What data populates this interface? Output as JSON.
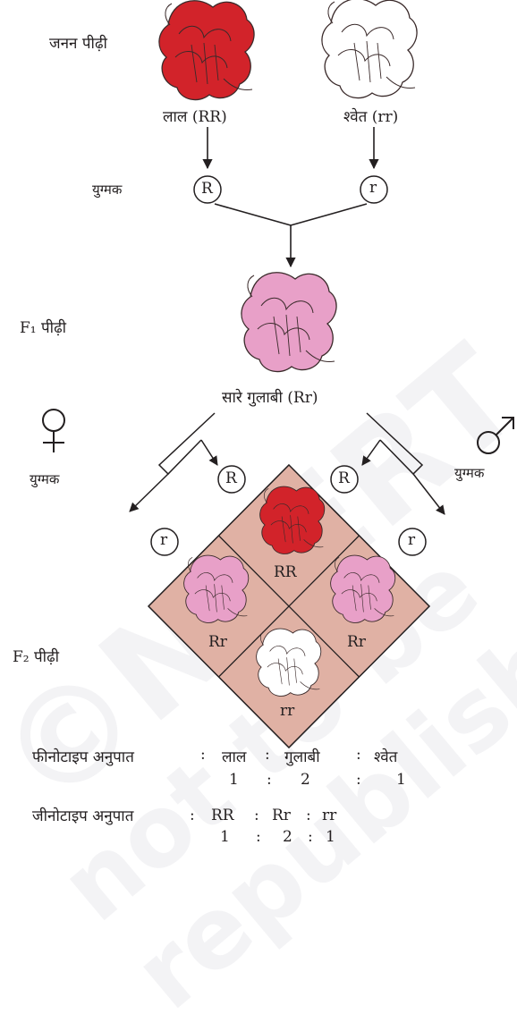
{
  "watermark": [
    "©NCERT",
    "not to be republished"
  ],
  "labels": {
    "parental_generation": "जनन पीढ़ी",
    "gametes": "युग्मक",
    "f1_generation": "F₁ पीढ़ी",
    "f2_generation": "F₂ पीढ़ी",
    "female_gametes": "युग्मक",
    "male_gametes": "युग्मक"
  },
  "parents": [
    {
      "label": "लाल (RR)",
      "color": "#d2232a",
      "gamete": "R"
    },
    {
      "label": "श्वेत (rr)",
      "color": "#ffffff",
      "gamete": "r"
    }
  ],
  "f1": {
    "label": "सारे गुलाबी (Rr)",
    "color": "#e8a0c8"
  },
  "gamete_circles": {
    "female_top": "R",
    "female_bottom": "r",
    "male_top": "R",
    "male_bottom": "r"
  },
  "punnett": {
    "fill": "#e0b1a4",
    "cells": [
      {
        "position": "top",
        "genotype": "RR",
        "color": "#d2232a"
      },
      {
        "position": "left",
        "genotype": "Rr",
        "color": "#e8a0c8"
      },
      {
        "position": "right",
        "genotype": "Rr",
        "color": "#e8a0c8"
      },
      {
        "position": "bottom",
        "genotype": "rr",
        "color": "#ffffff"
      }
    ]
  },
  "phenotype_ratio": {
    "label": "फीनोटाइप अनुपात",
    "terms": [
      "लाल",
      "गुलाबी",
      "श्वेत"
    ],
    "numbers": [
      "1",
      "2",
      "1"
    ],
    "separator": ":"
  },
  "genotype_ratio": {
    "label": "जीनोटाइप अनुपात",
    "terms": [
      "RR",
      "Rr",
      "rr"
    ],
    "numbers": [
      "1",
      "2",
      "1"
    ],
    "separator": ":"
  }
}
